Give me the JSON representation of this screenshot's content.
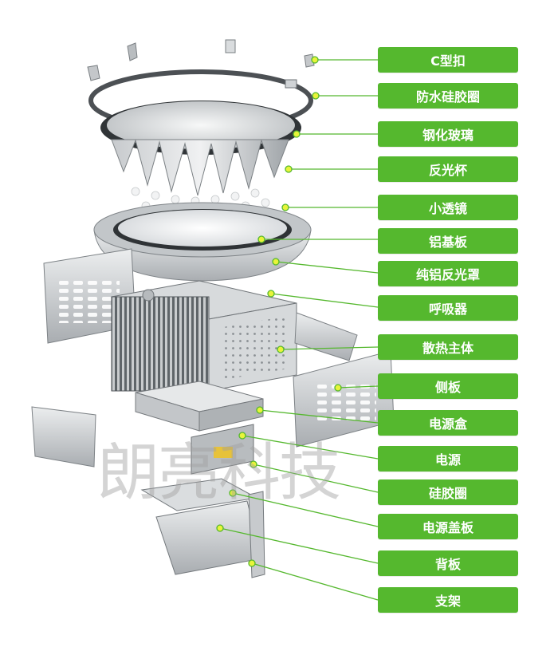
{
  "labels": [
    "C型扣",
    "防水硅胶圈",
    "钢化玻璃",
    "反光杯",
    "小透镜",
    "铝基板",
    "纯铝反光罩",
    "呼吸器",
    "散热主体",
    "侧板",
    "电源盒",
    "电源",
    "硅胶圈",
    "电源盖板",
    "背板",
    "支架"
  ],
  "watermark": "朗亮科技",
  "colors": {
    "label_bg": "#55b82e",
    "leader_line": "#55b82e",
    "dot_fill": "#e8f43a",
    "metal_light": "#d8dadc",
    "metal_dark": "#8d9296"
  }
}
